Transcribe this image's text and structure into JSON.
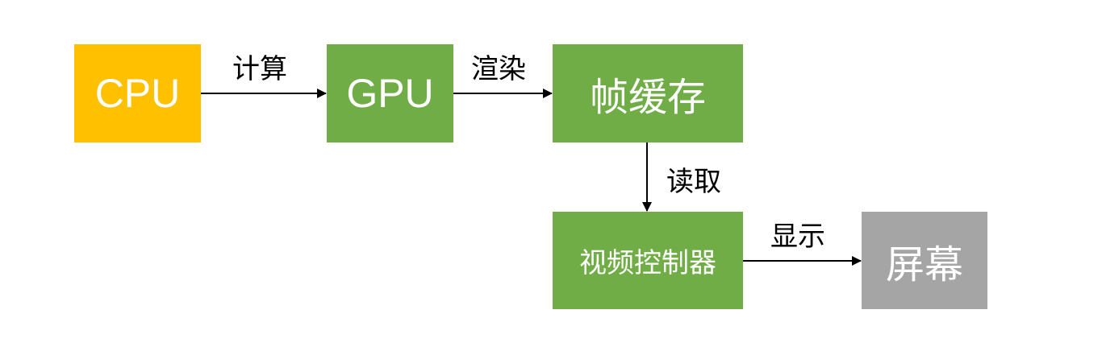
{
  "diagram": {
    "nodes": [
      {
        "id": "cpu",
        "label": "CPU",
        "color": "#FFC000"
      },
      {
        "id": "gpu",
        "label": "GPU",
        "color": "#70AD47"
      },
      {
        "id": "framebuffer",
        "label": "帧缓存",
        "color": "#70AD47"
      },
      {
        "id": "video-controller",
        "label": "视频控制器",
        "color": "#70AD47"
      },
      {
        "id": "screen",
        "label": "屏幕",
        "color": "#A5A5A5"
      }
    ],
    "edges": [
      {
        "from": "cpu",
        "to": "gpu",
        "label": "计算"
      },
      {
        "from": "gpu",
        "to": "framebuffer",
        "label": "渲染"
      },
      {
        "from": "framebuffer",
        "to": "video-controller",
        "label": "读取"
      },
      {
        "from": "video-controller",
        "to": "screen",
        "label": "显示"
      }
    ]
  }
}
